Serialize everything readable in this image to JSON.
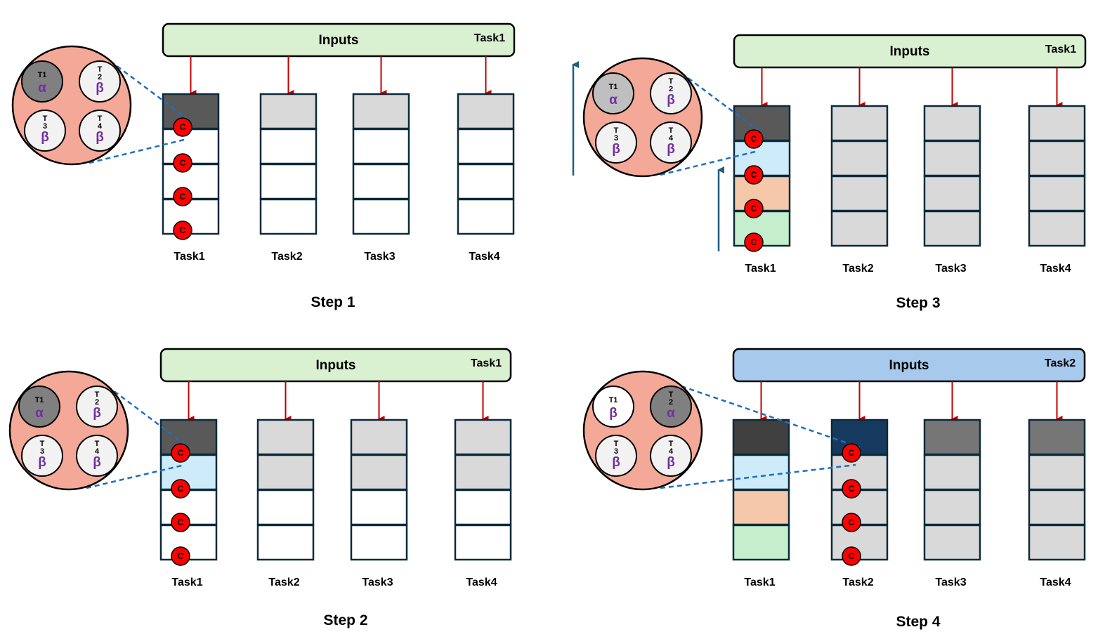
{
  "colors": {
    "bar_green": "#d9f1d0",
    "bar_blue": "#a6c9ec",
    "bar_border": "#000000",
    "cell_border": "#0b2a3a",
    "cell_empty": "#ffffff",
    "cell_gray": "#d9d9d9",
    "cell_dark": "#595959",
    "cell_darker": "#404040",
    "cell_mid": "#767676",
    "cell_navy": "#163a5f",
    "cell_lightblue": "#cdebf8",
    "cell_peach": "#f5c8aa",
    "cell_mint": "#c5efcc",
    "arrow_red": "#c00000",
    "dash_blue": "#1f6fbf",
    "circle_salmon": "#f4a898",
    "node_light": "#f2f2f2",
    "node_white": "#ffffff",
    "node_gray_dark": "#808080",
    "node_gray_light": "#bfbfbf",
    "greek_purple": "#7030a0",
    "c_red": "#ff0000",
    "up_arrow": "#1f5f80"
  },
  "icons": {
    "arrow": "down-arrow-icon",
    "c_marker": "c-node-icon",
    "zoom": "magnifier-circle-icon",
    "up_arrow": "up-arrow-icon"
  },
  "panels": [
    {
      "id": "step1",
      "step_label": "Step 1",
      "bar_label": "Inputs",
      "bar_tag": "Task1",
      "bar_color": "#d9f1d0",
      "columns": [
        "Task1",
        "Task2",
        "Task3",
        "Task4"
      ],
      "cells": [
        [
          "#595959",
          "#ffffff",
          "#ffffff",
          "#ffffff"
        ],
        [
          "#d9d9d9",
          "#ffffff",
          "#ffffff",
          "#ffffff"
        ],
        [
          "#d9d9d9",
          "#ffffff",
          "#ffffff",
          "#ffffff"
        ],
        [
          "#d9d9d9",
          "#ffffff",
          "#ffffff",
          "#ffffff"
        ]
      ],
      "c_column": 0,
      "c_label": "C",
      "nodes": [
        {
          "t": "T1",
          "greek": "α",
          "fill": "#808080"
        },
        {
          "t": "T\n2",
          "greek": "β",
          "fill": "#f2f2f2"
        },
        {
          "t": "T\n3",
          "greek": "β",
          "fill": "#f2f2f2"
        },
        {
          "t": "T\n4",
          "greek": "β",
          "fill": "#f2f2f2"
        }
      ],
      "up_arrows": false
    },
    {
      "id": "step3",
      "step_label": "Step 3",
      "bar_label": "Inputs",
      "bar_tag": "Task1",
      "bar_color": "#d9f1d0",
      "columns": [
        "Task1",
        "Task2",
        "Task3",
        "Task4"
      ],
      "cells": [
        [
          "#595959",
          "#cdebf8",
          "#f5c8aa",
          "#c5efcc"
        ],
        [
          "#d9d9d9",
          "#d9d9d9",
          "#d9d9d9",
          "#d9d9d9"
        ],
        [
          "#d9d9d9",
          "#d9d9d9",
          "#d9d9d9",
          "#d9d9d9"
        ],
        [
          "#d9d9d9",
          "#d9d9d9",
          "#d9d9d9",
          "#d9d9d9"
        ]
      ],
      "c_column": 0,
      "c_label": "C",
      "nodes": [
        {
          "t": "T1",
          "greek": "α",
          "fill": "#bfbfbf"
        },
        {
          "t": "T\n2",
          "greek": "β",
          "fill": "#f2f2f2"
        },
        {
          "t": "T\n3",
          "greek": "β",
          "fill": "#f2f2f2"
        },
        {
          "t": "T\n4",
          "greek": "β",
          "fill": "#f2f2f2"
        }
      ],
      "up_arrows": true
    },
    {
      "id": "step2",
      "step_label": "Step 2",
      "bar_label": "Inputs",
      "bar_tag": "Task1",
      "bar_color": "#d9f1d0",
      "columns": [
        "Task1",
        "Task2",
        "Task3",
        "Task4"
      ],
      "cells": [
        [
          "#595959",
          "#cdebf8",
          "#ffffff",
          "#ffffff"
        ],
        [
          "#d9d9d9",
          "#d9d9d9",
          "#ffffff",
          "#ffffff"
        ],
        [
          "#d9d9d9",
          "#d9d9d9",
          "#ffffff",
          "#ffffff"
        ],
        [
          "#d9d9d9",
          "#d9d9d9",
          "#ffffff",
          "#ffffff"
        ]
      ],
      "c_column": 0,
      "c_label": "C",
      "nodes": [
        {
          "t": "T1",
          "greek": "α",
          "fill": "#808080"
        },
        {
          "t": "T\n2",
          "greek": "β",
          "fill": "#f2f2f2"
        },
        {
          "t": "T\n3",
          "greek": "β",
          "fill": "#f2f2f2"
        },
        {
          "t": "T\n4",
          "greek": "β",
          "fill": "#f2f2f2"
        }
      ],
      "up_arrows": false
    },
    {
      "id": "step4",
      "step_label": "Step 4",
      "bar_label": "Inputs",
      "bar_tag": "Task2",
      "bar_color": "#a6c9ec",
      "columns": [
        "Task1",
        "Task2",
        "Task3",
        "Task4"
      ],
      "cells": [
        [
          "#404040",
          "#cdebf8",
          "#f5c8aa",
          "#c5efcc"
        ],
        [
          "#163a5f",
          "#d9d9d9",
          "#d9d9d9",
          "#d9d9d9"
        ],
        [
          "#767676",
          "#d9d9d9",
          "#d9d9d9",
          "#d9d9d9"
        ],
        [
          "#767676",
          "#d9d9d9",
          "#d9d9d9",
          "#d9d9d9"
        ]
      ],
      "c_column": 1,
      "c_label": "C",
      "nodes": [
        {
          "t": "T1",
          "greek": "β",
          "fill": "#ffffff"
        },
        {
          "t": "T\n2",
          "greek": "α",
          "fill": "#808080"
        },
        {
          "t": "T\n3",
          "greek": "β",
          "fill": "#f2f2f2"
        },
        {
          "t": "T\n4",
          "greek": "β",
          "fill": "#f2f2f2"
        }
      ],
      "up_arrows": false
    }
  ]
}
